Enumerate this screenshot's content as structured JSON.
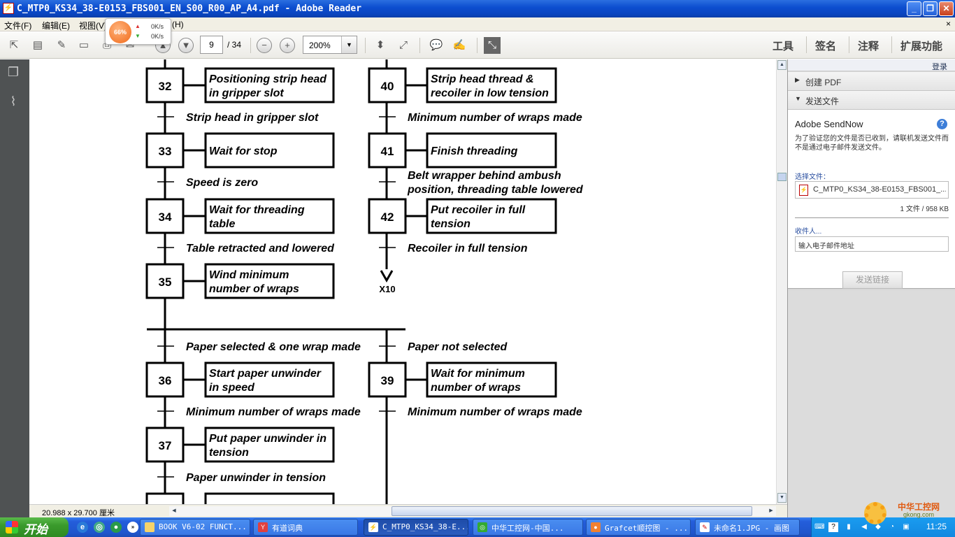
{
  "window": {
    "title": "C_MTP0_KS34_38-E0153_FBS001_EN_S00_R00_AP_A4.pdf - Adobe Reader",
    "app_icon": "pdf-icon",
    "controls": [
      "_",
      "❐",
      "✕"
    ]
  },
  "menu": {
    "items": [
      "文件(F)",
      "编辑(E)",
      "视图(V)",
      "(H)"
    ],
    "close": "×"
  },
  "net_widget": {
    "percent": "66%",
    "up_speed": "0K/s",
    "down_speed": "0K/s"
  },
  "toolbar": {
    "page_current": "9",
    "page_total": "/ 34",
    "zoom": "200%",
    "right_tools": [
      "工具",
      "签名",
      "注释",
      "扩展功能"
    ]
  },
  "grafcet": {
    "steps": [
      {
        "num": "32",
        "action": [
          "Positioning strip head",
          "in gripper slot"
        ]
      },
      {
        "num": "33",
        "action": [
          "Wait for stop"
        ]
      },
      {
        "num": "34",
        "action": [
          "Wait for threading",
          "table"
        ]
      },
      {
        "num": "35",
        "action": [
          "Wind minimum",
          "number of wraps"
        ]
      },
      {
        "num": "40",
        "action": [
          "Strip head thread &",
          "recoiler in low tension"
        ]
      },
      {
        "num": "41",
        "action": [
          "Finish threading"
        ]
      },
      {
        "num": "42",
        "action": [
          "Put recoiler in full",
          "tension"
        ]
      },
      {
        "num": "36",
        "action": [
          "Start paper unwinder",
          "in speed"
        ]
      },
      {
        "num": "37",
        "action": [
          "Put paper unwinder in",
          "tension"
        ]
      },
      {
        "num": "39",
        "action": [
          "Wait for minimum",
          "number of wraps"
        ]
      }
    ],
    "transitions": [
      [
        "Strip head in gripper slot"
      ],
      [
        "Speed is zero"
      ],
      [
        "Table retracted and lowered"
      ],
      [
        "Minimum number of wraps made"
      ],
      [
        "Belt wrapper behind ambush",
        "position, threading table lowered"
      ],
      [
        "Recoiler in full tension"
      ],
      [
        "Paper selected & one wrap made"
      ],
      [
        "Paper not selected"
      ],
      [
        "Minimum number of wraps made"
      ],
      [
        "Minimum number of wraps made"
      ],
      [
        "Paper unwinder in tension"
      ]
    ],
    "jump_label": "X10"
  },
  "status": {
    "page_size": "20.988 x 29.700 厘米"
  },
  "right_panel": {
    "login": "登录",
    "section_create": "创建 PDF",
    "section_send": "发送文件",
    "send_title": "Adobe SendNow",
    "send_desc": "为了验证您的文件是否已收到，请联机发送文件而不是通过电子邮件发送文件。",
    "choose_file": "选择文件：",
    "file_name": "C_MTP0_KS34_38-E0153_FBS001_...",
    "file_info": "1 文件 / 958 KB",
    "recipient": "收件人...",
    "email_placeholder": "输入电子邮件地址",
    "send_button": "发送链接"
  },
  "taskbar": {
    "start": "开始",
    "tasks": [
      "BOOK V6-02 FUNCT...",
      "有道词典",
      "C_MTP0_KS34_38-E...",
      "中华工控网-中国...",
      "Grafcet顺控图 - ...",
      "未命名1.JPG - 画图"
    ],
    "clock": "11:25"
  },
  "watermark": {
    "name": "中华工控网",
    "url": "gkong.com"
  },
  "colors": {
    "title_bar": "#0d4fd0",
    "panel_dark": "#4f5253",
    "taskbar": "#245edb",
    "start_green": "#3a9a2c"
  }
}
